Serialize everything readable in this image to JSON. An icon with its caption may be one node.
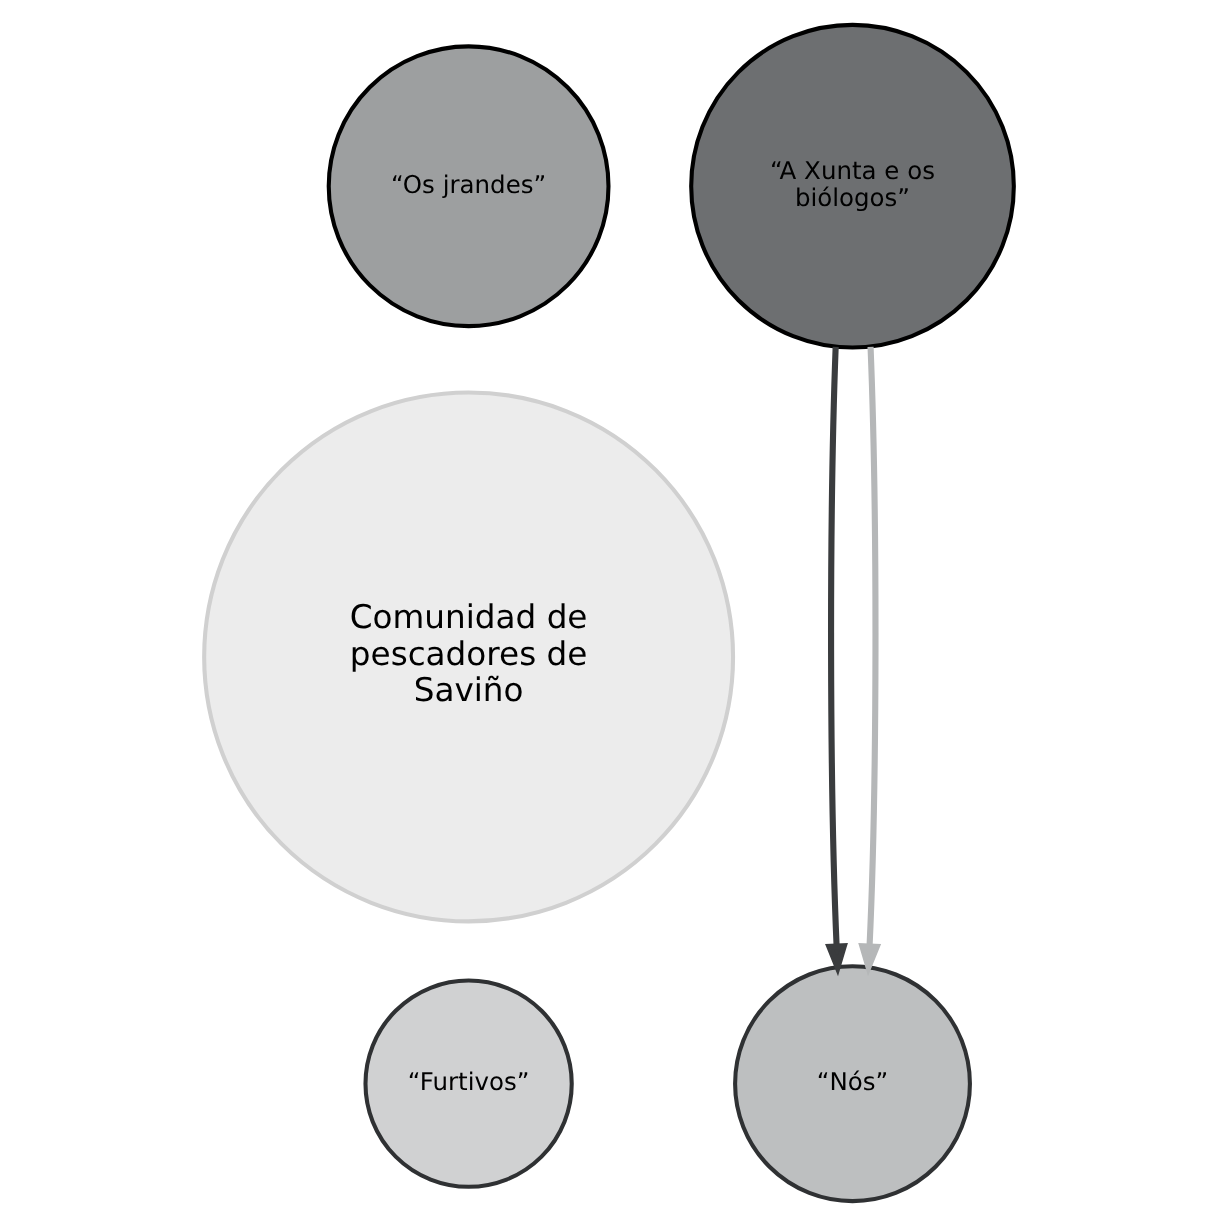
{
  "diagram": {
    "nodes": [
      {
        "text": [
          "“A Xunta e os biólogos”"
        ]
      },
      {
        "text": [
          "“Os jrandes”"
        ]
      },
      {
        "text": [
          "Comunidad de pescadores de Saviño"
        ]
      },
      {
        "text": [
          "“Nós”"
        ]
      },
      {
        "text": [
          "“Furtivos”"
        ]
      }
    ],
    "edges": [
      {
        "from": 0,
        "to": 3,
        "arrow": "to",
        "color": "#3a3c3e"
      },
      {
        "from": 0,
        "to": 3,
        "arrow": "to",
        "color": "#b5b7b8"
      }
    ]
  }
}
